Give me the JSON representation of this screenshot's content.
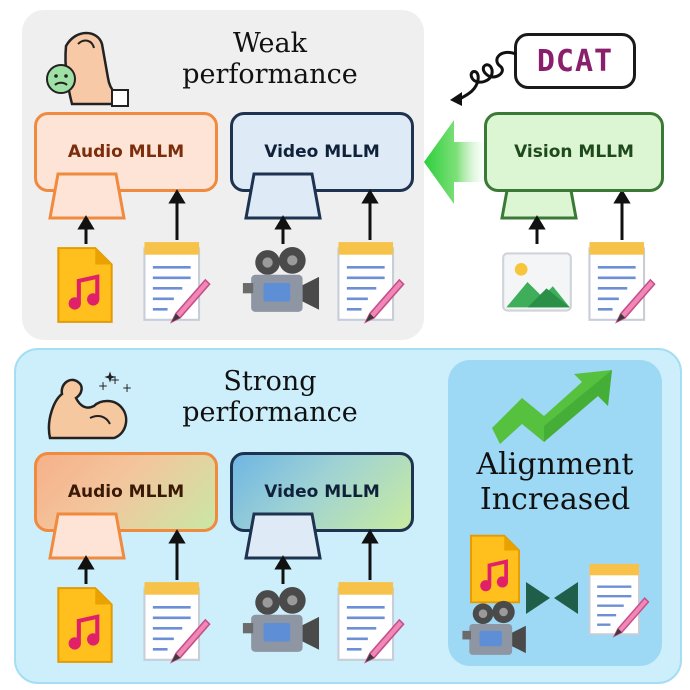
{
  "top_panel": {
    "title_line1": "Weak",
    "title_line2": "performance",
    "audio_model": "Audio MLLM",
    "video_model": "Video MLLM"
  },
  "vision_panel": {
    "dcat_label": "DCAT",
    "vision_model": "Vision MLLM"
  },
  "bottom_panel": {
    "title_line1": "Strong",
    "title_line2": "performance",
    "audio_model": "Audio MLLM",
    "video_model": "Video MLLM"
  },
  "alignment_panel": {
    "line1": "Alignment",
    "line2": "Increased"
  },
  "icons": [
    "weak-arm-icon",
    "sad-face-icon",
    "strong-arm-icon",
    "audio-file-icon",
    "document-pen-icon",
    "video-camera-icon",
    "image-icon",
    "trend-up-arrow-icon",
    "converge-arrows-icon",
    "curly-arrow-icon",
    "transfer-arrow-icon"
  ],
  "colors": {
    "audio_border": "#f08a3e",
    "video_border": "#1e3350",
    "vision_border": "#3a7a36",
    "dcat_text": "#8a1f6b",
    "top_panel_bg": "#efefef",
    "bottom_panel_bg": "#cdeffb",
    "alignment_panel_bg": "#9dd8f4"
  }
}
